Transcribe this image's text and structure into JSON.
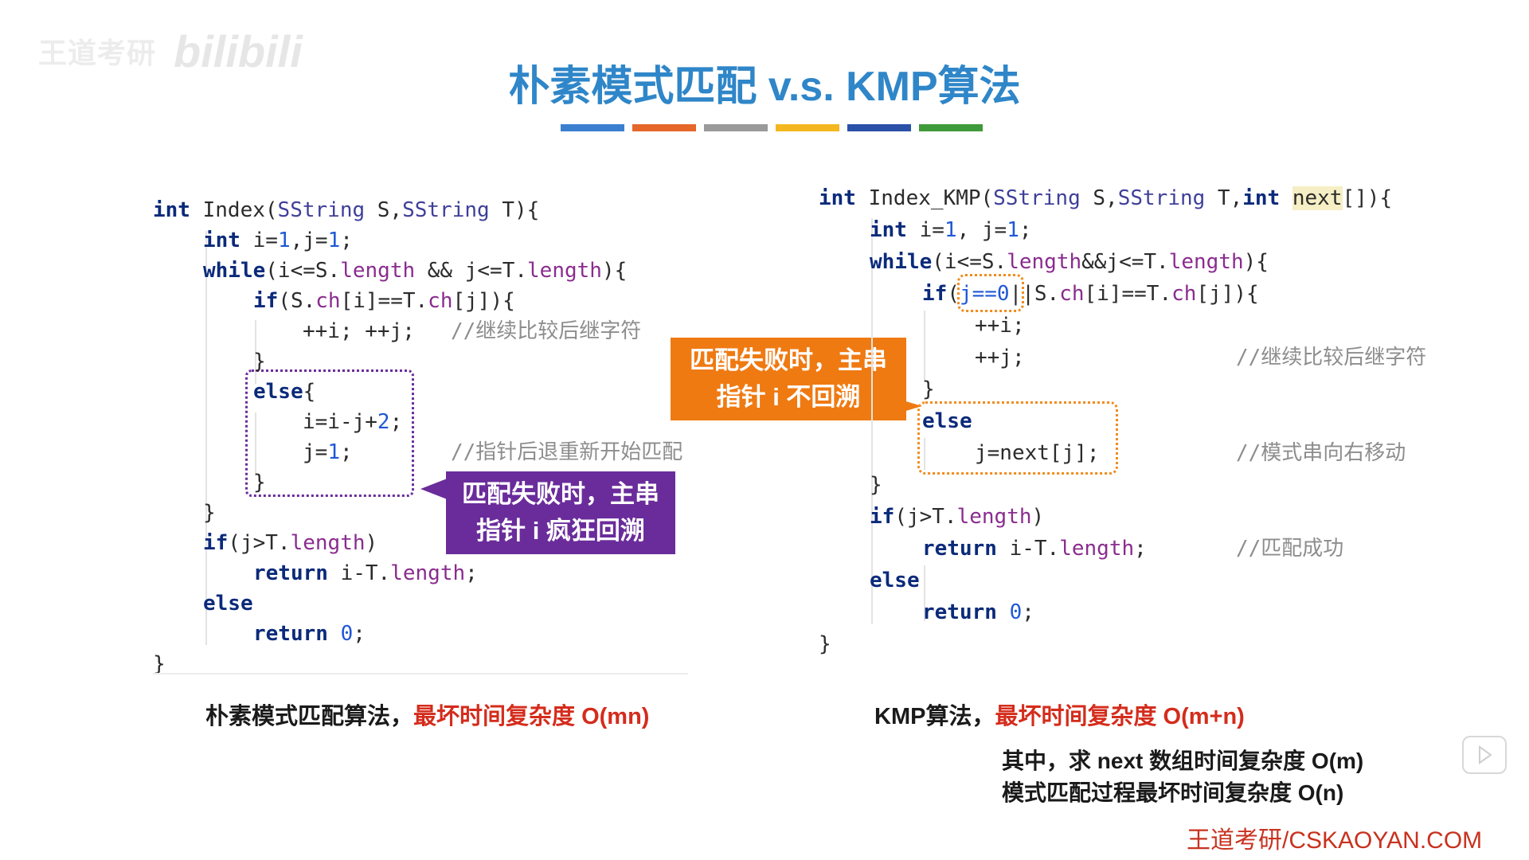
{
  "watermark": {
    "text": "王道考研",
    "logo": "bilibili"
  },
  "slide": {
    "title": "朴素模式匹配 v.s. KMP算法",
    "accent_bars": [
      "#3b7fd0",
      "#e5672a",
      "#9a9a9a",
      "#f4b720",
      "#2b50a8",
      "#3f9a3a"
    ]
  },
  "left_code": {
    "l1": {
      "kw": "int",
      "rest": " Index(",
      "t1": "SString",
      "mid": " S,",
      "t2": "SString",
      "end": " T){"
    },
    "l2": {
      "kw": "int",
      "a": " i=",
      "n1": "1",
      "b": ",j=",
      "n2": "1",
      "c": ";"
    },
    "l3": {
      "kw": "while",
      "a": "(i<=S.",
      "f1": "length",
      "b": " && j<=T.",
      "f2": "length",
      "c": "){"
    },
    "l4": {
      "kw": "if",
      "a": "(S.",
      "f1": "ch",
      "b": "[i]==T.",
      "f2": "ch",
      "c": "[j]){"
    },
    "l5": {
      "code": "++i; ++j;",
      "comment": "//继续比较后继字符"
    },
    "l6": "}",
    "l7": {
      "kw": "else",
      "b": "{"
    },
    "l8": {
      "a": "i=i-j+",
      "n": "2",
      "b": ";"
    },
    "l9": {
      "a": "j=",
      "n": "1",
      "b": ";",
      "comment": "//指针后退重新开始匹配"
    },
    "l10": "}",
    "l11": "}",
    "l12": {
      "kw": "if",
      "a": "(j>T.",
      "f": "length",
      "b": ")"
    },
    "l13": {
      "kw": "return",
      "a": " i-T.",
      "f": "length",
      "b": ";"
    },
    "l14": {
      "kw": "else"
    },
    "l15": {
      "kw": "return",
      "n": "0",
      "b": ";"
    },
    "l16": "}"
  },
  "right_code": {
    "l1": {
      "kw": "int",
      "a": " Index_KMP(",
      "t1": "SString",
      "b": " S,",
      "t2": "SString",
      "c": " T,",
      "kw2": "int",
      "d": " ",
      "hl": "next",
      "e": "[]){"
    },
    "l2": {
      "kw": "int",
      "a": " i=",
      "n1": "1",
      "b": ", j=",
      "n2": "1",
      "c": ";"
    },
    "l3": {
      "kw": "while",
      "a": "(i<=S.",
      "f1": "length",
      "b": "&&j<=T.",
      "f2": "length",
      "c": "){"
    },
    "l4": {
      "kw": "if",
      "a": "(",
      "boxed": "j==0",
      "b": "||S.",
      "f1": "ch",
      "c": "[i]==T.",
      "f2": "ch",
      "d": "[j]){"
    },
    "l5": "++i;",
    "l6": {
      "code": "++j;",
      "comment": "//继续比较后继字符"
    },
    "l7": "}",
    "l8": {
      "kw": "else"
    },
    "l9": {
      "code": "j=next[j];",
      "comment": "//模式串向右移动"
    },
    "l10": "}",
    "l11": {
      "kw": "if",
      "a": "(j>T.",
      "f": "length",
      "b": ")"
    },
    "l12": {
      "kw": "return",
      "a": " i-T.",
      "f": "length",
      "b": ";",
      "comment": "//匹配成功"
    },
    "l13": {
      "kw": "else"
    },
    "l14": {
      "kw": "return",
      "n": "0",
      "b": ";"
    },
    "l15": "}"
  },
  "callouts": {
    "purple": {
      "line1": "匹配失败时，主串",
      "line2": "指针 i 疯狂回溯"
    },
    "orange": {
      "line1": "匹配失败时，主串",
      "line2": "指针 i 不回溯"
    }
  },
  "summary": {
    "left_prefix": "朴素模式匹配算法，",
    "left_red": "最坏时间复杂度 O(mn)",
    "right_prefix": "KMP算法，",
    "right_red": "最坏时间复杂度 O(m+n)",
    "note1": "其中，求 next 数组时间复杂度 O(m)",
    "note2": "模式匹配过程最坏时间复杂度 O(n)"
  },
  "footer": "王道考研/CSKAOYAN.COM",
  "icons": {
    "play": "play-icon"
  }
}
